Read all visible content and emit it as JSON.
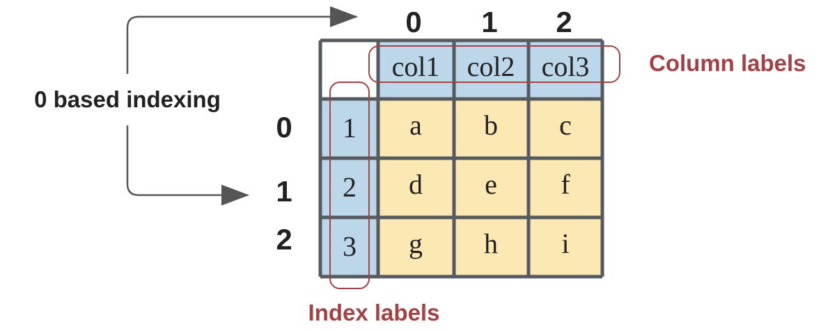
{
  "annotation": "0 based indexing",
  "position_columns": [
    "0",
    "1",
    "2"
  ],
  "position_rows": [
    "0",
    "1",
    "2"
  ],
  "column_labels": [
    "col1",
    "col2",
    "col3"
  ],
  "index_labels": [
    "1",
    "2",
    "3"
  ],
  "cells": [
    [
      "a",
      "b",
      "c"
    ],
    [
      "d",
      "e",
      "f"
    ],
    [
      "g",
      "h",
      "i"
    ]
  ],
  "callouts": {
    "columns": "Column labels",
    "index": "Index labels"
  },
  "colors": {
    "header_fill": "#bcd6ea",
    "cell_fill": "#fbe8b2",
    "grid": "#555a60",
    "callout": "#a34245",
    "arrow": "#555555",
    "text": "#222222"
  }
}
